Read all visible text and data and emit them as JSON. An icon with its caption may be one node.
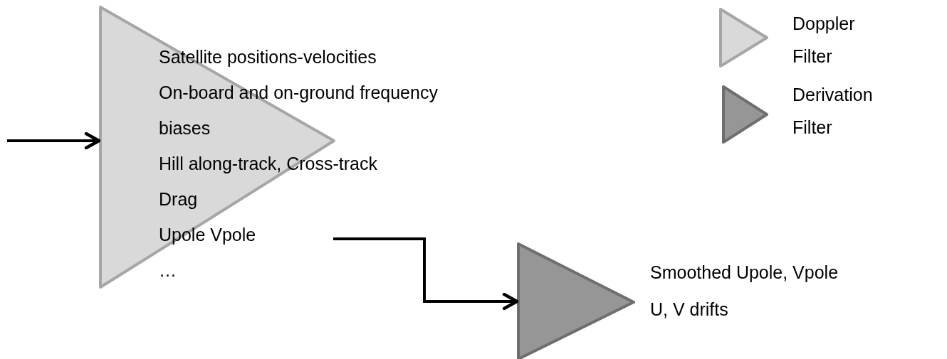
{
  "diagram": {
    "nodes": [
      {
        "text": [
          "Satellite positions-velocities",
          "On-board and on-ground frequency biases",
          "Hill along-track, Cross-track",
          "Drag",
          "Upole Vpole",
          "…"
        ]
      },
      {
        "text": [],
        "shape": "triangle",
        "beside": [
          "Smoothed Upole, Vpole",
          "U, V drifts"
        ]
      }
    ],
    "edges": [
      {
        "from": null,
        "to": 0,
        "arrow": "to"
      },
      {
        "from": 0,
        "to": 1,
        "arrow": "to"
      }
    ],
    "legend": [
      {
        "text": "Doppler Filter"
      },
      {
        "text": "Derivation Filter"
      }
    ]
  }
}
